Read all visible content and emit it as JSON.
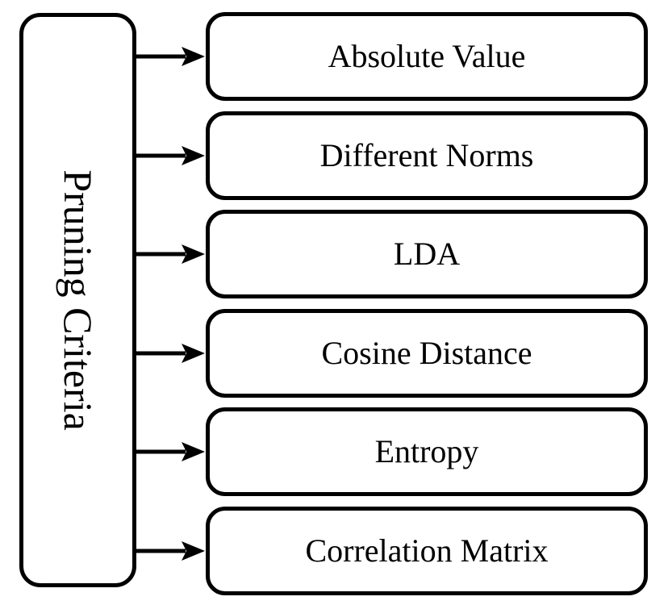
{
  "diagram": {
    "root_label": "Pruning Criteria",
    "criteria": [
      "Absolute Value",
      "Different Norms",
      "LDA",
      "Cosine Distance",
      "Entropy",
      "Correlation Matrix"
    ],
    "colors": {
      "stroke": "#000000",
      "fill": "#ffffff",
      "background": "#ffffff"
    }
  }
}
